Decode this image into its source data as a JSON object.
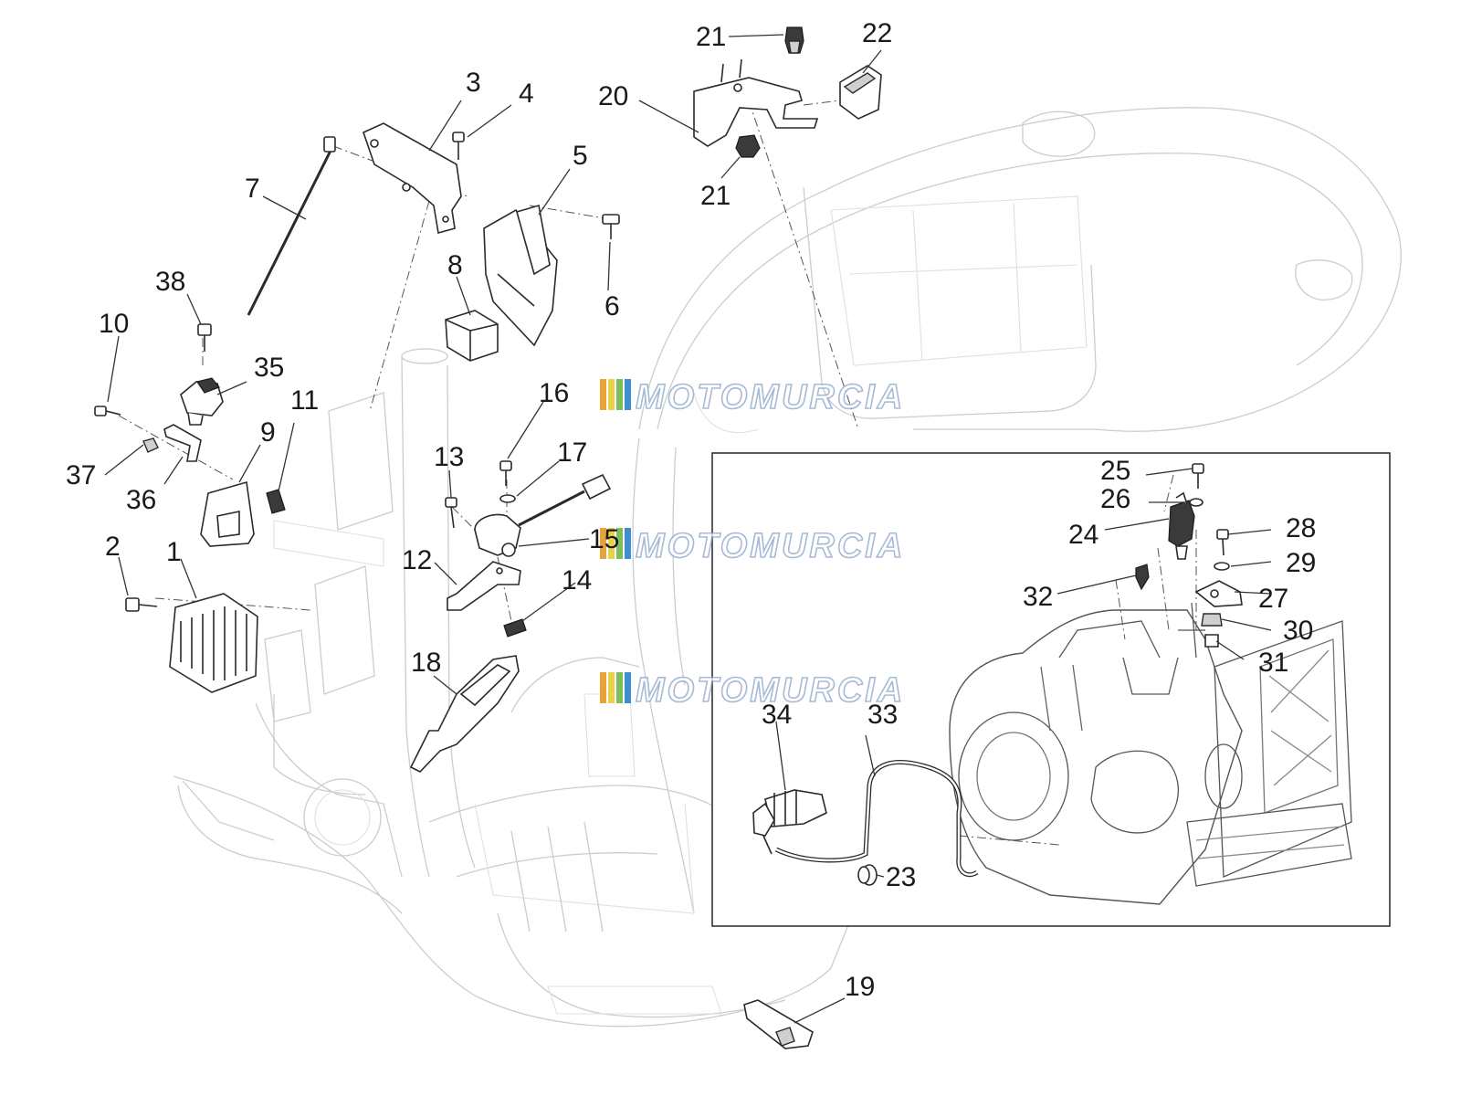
{
  "watermark": {
    "text": "MOTOMURCIA",
    "stripe_colors": [
      "#e8a23a",
      "#e9d24a",
      "#7bbf5a",
      "#3e8fd1"
    ]
  },
  "callouts": [
    {
      "id": "1",
      "label": "1"
    },
    {
      "id": "2",
      "label": "2"
    },
    {
      "id": "3",
      "label": "3"
    },
    {
      "id": "4",
      "label": "4"
    },
    {
      "id": "5",
      "label": "5"
    },
    {
      "id": "6",
      "label": "6"
    },
    {
      "id": "7",
      "label": "7"
    },
    {
      "id": "8",
      "label": "8"
    },
    {
      "id": "9",
      "label": "9"
    },
    {
      "id": "10",
      "label": "10"
    },
    {
      "id": "11",
      "label": "11"
    },
    {
      "id": "12",
      "label": "12"
    },
    {
      "id": "13",
      "label": "13"
    },
    {
      "id": "14",
      "label": "14"
    },
    {
      "id": "15",
      "label": "15"
    },
    {
      "id": "16",
      "label": "16"
    },
    {
      "id": "17",
      "label": "17"
    },
    {
      "id": "18",
      "label": "18"
    },
    {
      "id": "19",
      "label": "19"
    },
    {
      "id": "20",
      "label": "20"
    },
    {
      "id": "21a",
      "label": "21"
    },
    {
      "id": "21b",
      "label": "21"
    },
    {
      "id": "22",
      "label": "22"
    },
    {
      "id": "23",
      "label": "23"
    },
    {
      "id": "24",
      "label": "24"
    },
    {
      "id": "25",
      "label": "25"
    },
    {
      "id": "26",
      "label": "26"
    },
    {
      "id": "27",
      "label": "27"
    },
    {
      "id": "28",
      "label": "28"
    },
    {
      "id": "29",
      "label": "29"
    },
    {
      "id": "30",
      "label": "30"
    },
    {
      "id": "31",
      "label": "31"
    },
    {
      "id": "32",
      "label": "32"
    },
    {
      "id": "33",
      "label": "33"
    },
    {
      "id": "34",
      "label": "34"
    },
    {
      "id": "35",
      "label": "35"
    },
    {
      "id": "36",
      "label": "36"
    },
    {
      "id": "37",
      "label": "37"
    },
    {
      "id": "38",
      "label": "38"
    }
  ]
}
